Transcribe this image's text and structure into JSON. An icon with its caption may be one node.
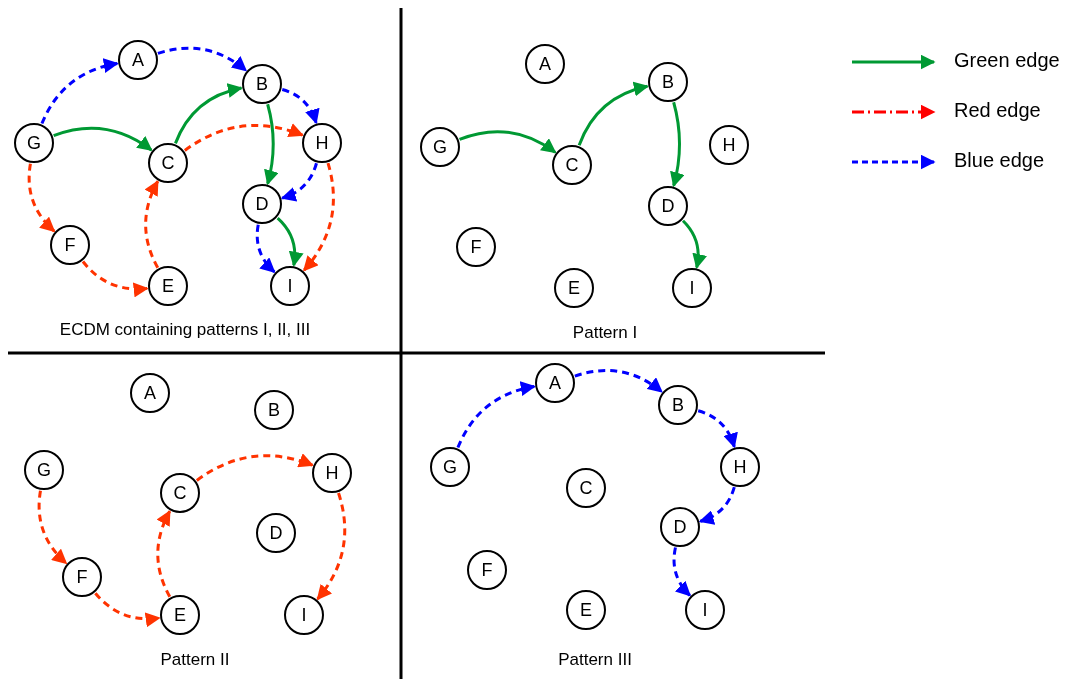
{
  "diagram": {
    "nodes": [
      {
        "text": [
          "A"
        ]
      },
      {
        "text": [
          "B"
        ]
      },
      {
        "text": [
          "C"
        ]
      },
      {
        "text": [
          "D"
        ]
      },
      {
        "text": [
          "E"
        ]
      },
      {
        "text": [
          "F"
        ]
      },
      {
        "text": [
          "G"
        ]
      },
      {
        "text": [
          "H"
        ]
      },
      {
        "text": [
          "I"
        ]
      },
      {
        "text": [
          "A"
        ]
      },
      {
        "text": [
          "B"
        ]
      },
      {
        "text": [
          "C"
        ]
      },
      {
        "text": [
          "D"
        ]
      },
      {
        "text": [
          "E"
        ]
      },
      {
        "text": [
          "F"
        ]
      },
      {
        "text": [
          "G"
        ]
      },
      {
        "text": [
          "H"
        ]
      },
      {
        "text": [
          "I"
        ]
      },
      {
        "text": [
          "A"
        ]
      },
      {
        "text": [
          "B"
        ]
      },
      {
        "text": [
          "C"
        ]
      },
      {
        "text": [
          "D"
        ]
      },
      {
        "text": [
          "E"
        ]
      },
      {
        "text": [
          "F"
        ]
      },
      {
        "text": [
          "G"
        ]
      },
      {
        "text": [
          "H"
        ]
      },
      {
        "text": [
          "I"
        ]
      },
      {
        "text": [
          "A"
        ]
      },
      {
        "text": [
          "B"
        ]
      },
      {
        "text": [
          "C"
        ]
      },
      {
        "text": [
          "D"
        ]
      },
      {
        "text": [
          "E"
        ]
      },
      {
        "text": [
          "F"
        ]
      },
      {
        "text": [
          "G"
        ]
      },
      {
        "text": [
          "H"
        ]
      },
      {
        "text": [
          "I"
        ]
      }
    ],
    "edges": [
      {
        "from": 6,
        "to": 0,
        "arrow": "to",
        "style": "dashed",
        "color": "#0000ff"
      },
      {
        "from": 0,
        "to": 1,
        "arrow": "to",
        "style": "dashed",
        "color": "#0000ff"
      },
      {
        "from": 1,
        "to": 7,
        "arrow": "to",
        "style": "dashed",
        "color": "#0000ff"
      },
      {
        "from": 7,
        "to": 3,
        "arrow": "to",
        "style": "dashed",
        "color": "#0000ff"
      },
      {
        "from": 3,
        "to": 8,
        "arrow": "to",
        "style": "dashed",
        "color": "#0000ff"
      },
      {
        "from": 6,
        "to": 2,
        "arrow": "to",
        "color": "#009933"
      },
      {
        "from": 2,
        "to": 1,
        "arrow": "to",
        "color": "#009933"
      },
      {
        "from": 1,
        "to": 3,
        "arrow": "to",
        "color": "#009933"
      },
      {
        "from": 3,
        "to": 8,
        "arrow": "to",
        "color": "#009933"
      },
      {
        "from": 6,
        "to": 5,
        "arrow": "to",
        "style": "dashed",
        "color": "#ff3300"
      },
      {
        "from": 5,
        "to": 4,
        "arrow": "to",
        "style": "dashed",
        "color": "#ff3300"
      },
      {
        "from": 4,
        "to": 2,
        "arrow": "to",
        "style": "dashed",
        "color": "#ff3300"
      },
      {
        "from": 2,
        "to": 7,
        "arrow": "to",
        "style": "dashed",
        "color": "#ff3300"
      },
      {
        "from": 7,
        "to": 8,
        "arrow": "to",
        "style": "dashed",
        "color": "#ff3300"
      },
      {
        "from": 15,
        "to": 11,
        "arrow": "to",
        "color": "#009933"
      },
      {
        "from": 11,
        "to": 10,
        "arrow": "to",
        "color": "#009933"
      },
      {
        "from": 10,
        "to": 12,
        "arrow": "to",
        "color": "#009933"
      },
      {
        "from": 12,
        "to": 17,
        "arrow": "to",
        "color": "#009933"
      },
      {
        "from": 24,
        "to": 23,
        "arrow": "to",
        "style": "dashed",
        "color": "#ff3300"
      },
      {
        "from": 23,
        "to": 22,
        "arrow": "to",
        "style": "dashed",
        "color": "#ff3300"
      },
      {
        "from": 22,
        "to": 20,
        "arrow": "to",
        "style": "dashed",
        "color": "#ff3300"
      },
      {
        "from": 20,
        "to": 25,
        "arrow": "to",
        "style": "dashed",
        "color": "#ff3300"
      },
      {
        "from": 25,
        "to": 26,
        "arrow": "to",
        "style": "dashed",
        "color": "#ff3300"
      },
      {
        "from": 33,
        "to": 27,
        "arrow": "to",
        "style": "dashed",
        "color": "#0000ff"
      },
      {
        "from": 27,
        "to": 28,
        "arrow": "to",
        "style": "dashed",
        "color": "#0000ff"
      },
      {
        "from": 28,
        "to": 34,
        "arrow": "to",
        "style": "dashed",
        "color": "#0000ff"
      },
      {
        "from": 34,
        "to": 30,
        "arrow": "to",
        "style": "dashed",
        "color": "#0000ff"
      },
      {
        "from": 30,
        "to": 35,
        "arrow": "to",
        "style": "dashed",
        "color": "#0000ff"
      }
    ],
    "labels": [
      "ECDM containing patterns I, II, III",
      "Pattern I",
      "Pattern II",
      "Pattern III"
    ],
    "legend": [
      {
        "text": "Green edge"
      },
      {
        "text": "Red edge"
      },
      {
        "text": "Blue edge"
      }
    ]
  }
}
